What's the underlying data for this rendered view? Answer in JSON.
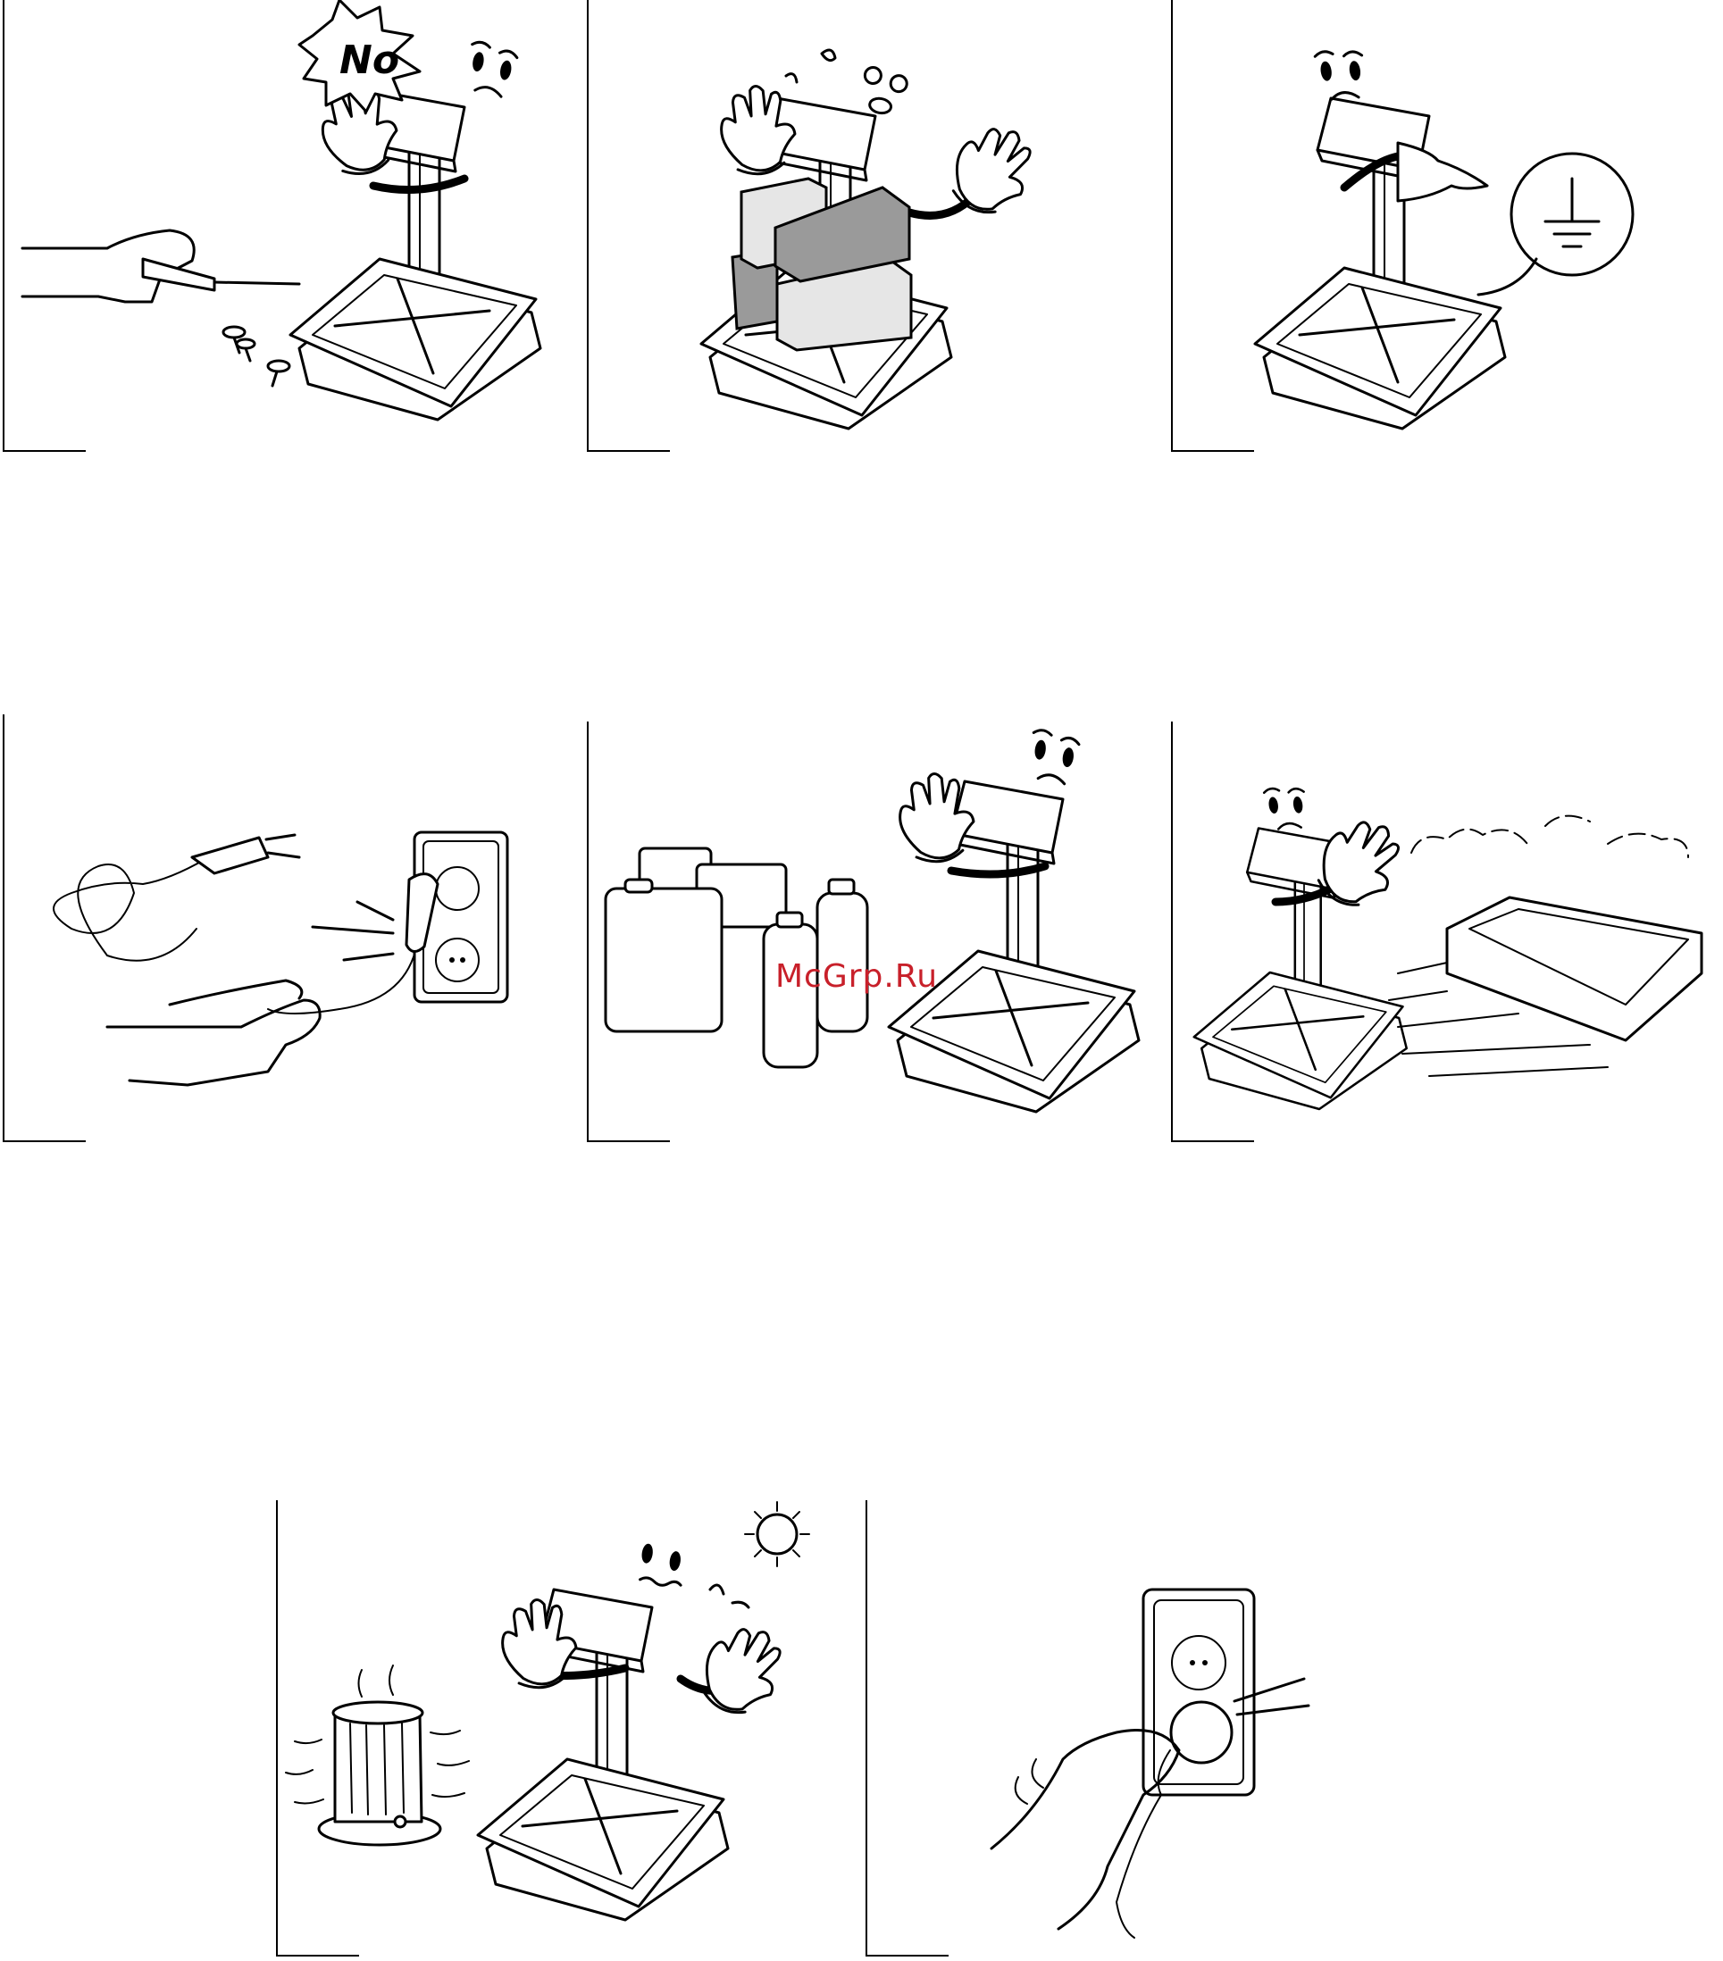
{
  "watermark": "McGrp.Ru",
  "panels": [
    {
      "id": "no-disassembly",
      "badge": "No"
    },
    {
      "id": "no-overload"
    },
    {
      "id": "grounding"
    },
    {
      "id": "power-cord-handling"
    },
    {
      "id": "no-chemicals"
    },
    {
      "id": "no-humidity"
    },
    {
      "id": "no-heat"
    },
    {
      "id": "plug-unplug"
    }
  ],
  "colors": {
    "ink": "#000000",
    "watermark": "#c8202a",
    "box_dark": "#9a9a9a",
    "box_light": "#e6e6e6"
  }
}
